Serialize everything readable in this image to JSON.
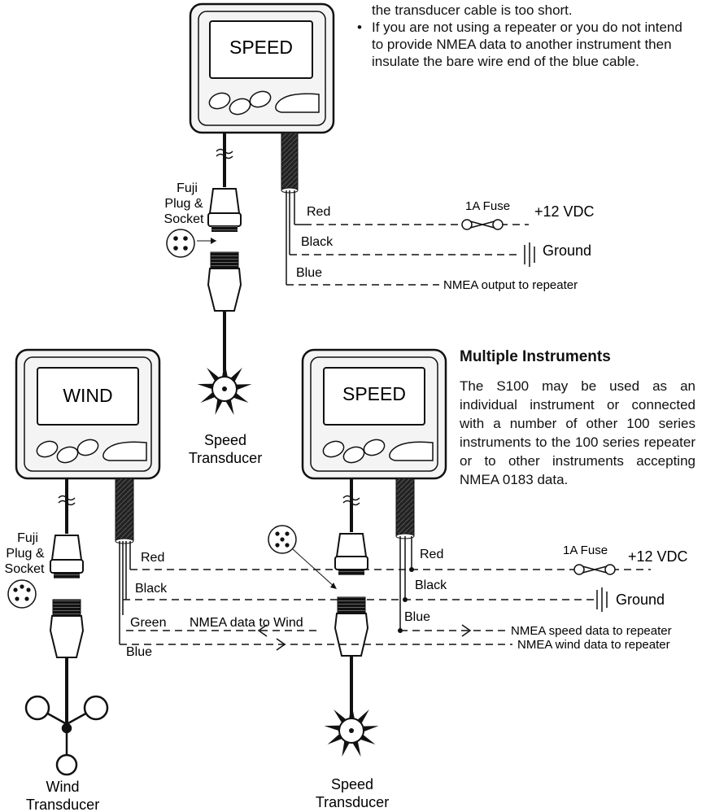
{
  "notes": {
    "items": [
      "the transducer cable is too short.",
      "If you are not using  a repeater or you do not intend to provide NMEA data to another instrument then insulate the bare wire end of the blue cable."
    ]
  },
  "top_diagram": {
    "display_label": "SPEED",
    "plug_label": [
      "Fuji",
      "Plug &",
      "Socket"
    ],
    "transducer_label": [
      "Speed",
      "Transducer"
    ],
    "wires": {
      "red": "Red",
      "black": "Black",
      "blue": "Blue"
    },
    "fuse": "1A Fuse",
    "supply": "+12 VDC",
    "ground": "Ground",
    "nmea_out": "NMEA output to repeater"
  },
  "multiple": {
    "title": "Multiple Instruments",
    "body": "The S100 may be used as an individual instrument or connected with a number of other 100 series instruments to the 100 series repeater or to other instruments accepting NMEA 0183 data."
  },
  "bottom_diagram": {
    "wind_display": "WIND",
    "speed_display": "SPEED",
    "plug_label": [
      "Fuji",
      "Plug &",
      "Socket"
    ],
    "wind_wires": {
      "red": "Red",
      "black": "Black",
      "green": "Green",
      "blue": "Blue"
    },
    "speed_wires": {
      "red": "Red",
      "black": "Black",
      "blue": "Blue"
    },
    "nmea_to_wind": "NMEA data to Wind",
    "fuse": "1A Fuse",
    "supply": "+12 VDC",
    "ground": "Ground",
    "nmea_speed": "NMEA speed data to repeater",
    "nmea_wind": "NMEA wind data to repeater",
    "wind_transducer": [
      "Wind",
      "Transducer"
    ],
    "speed_transducer": [
      "Speed",
      "Transducer"
    ]
  }
}
